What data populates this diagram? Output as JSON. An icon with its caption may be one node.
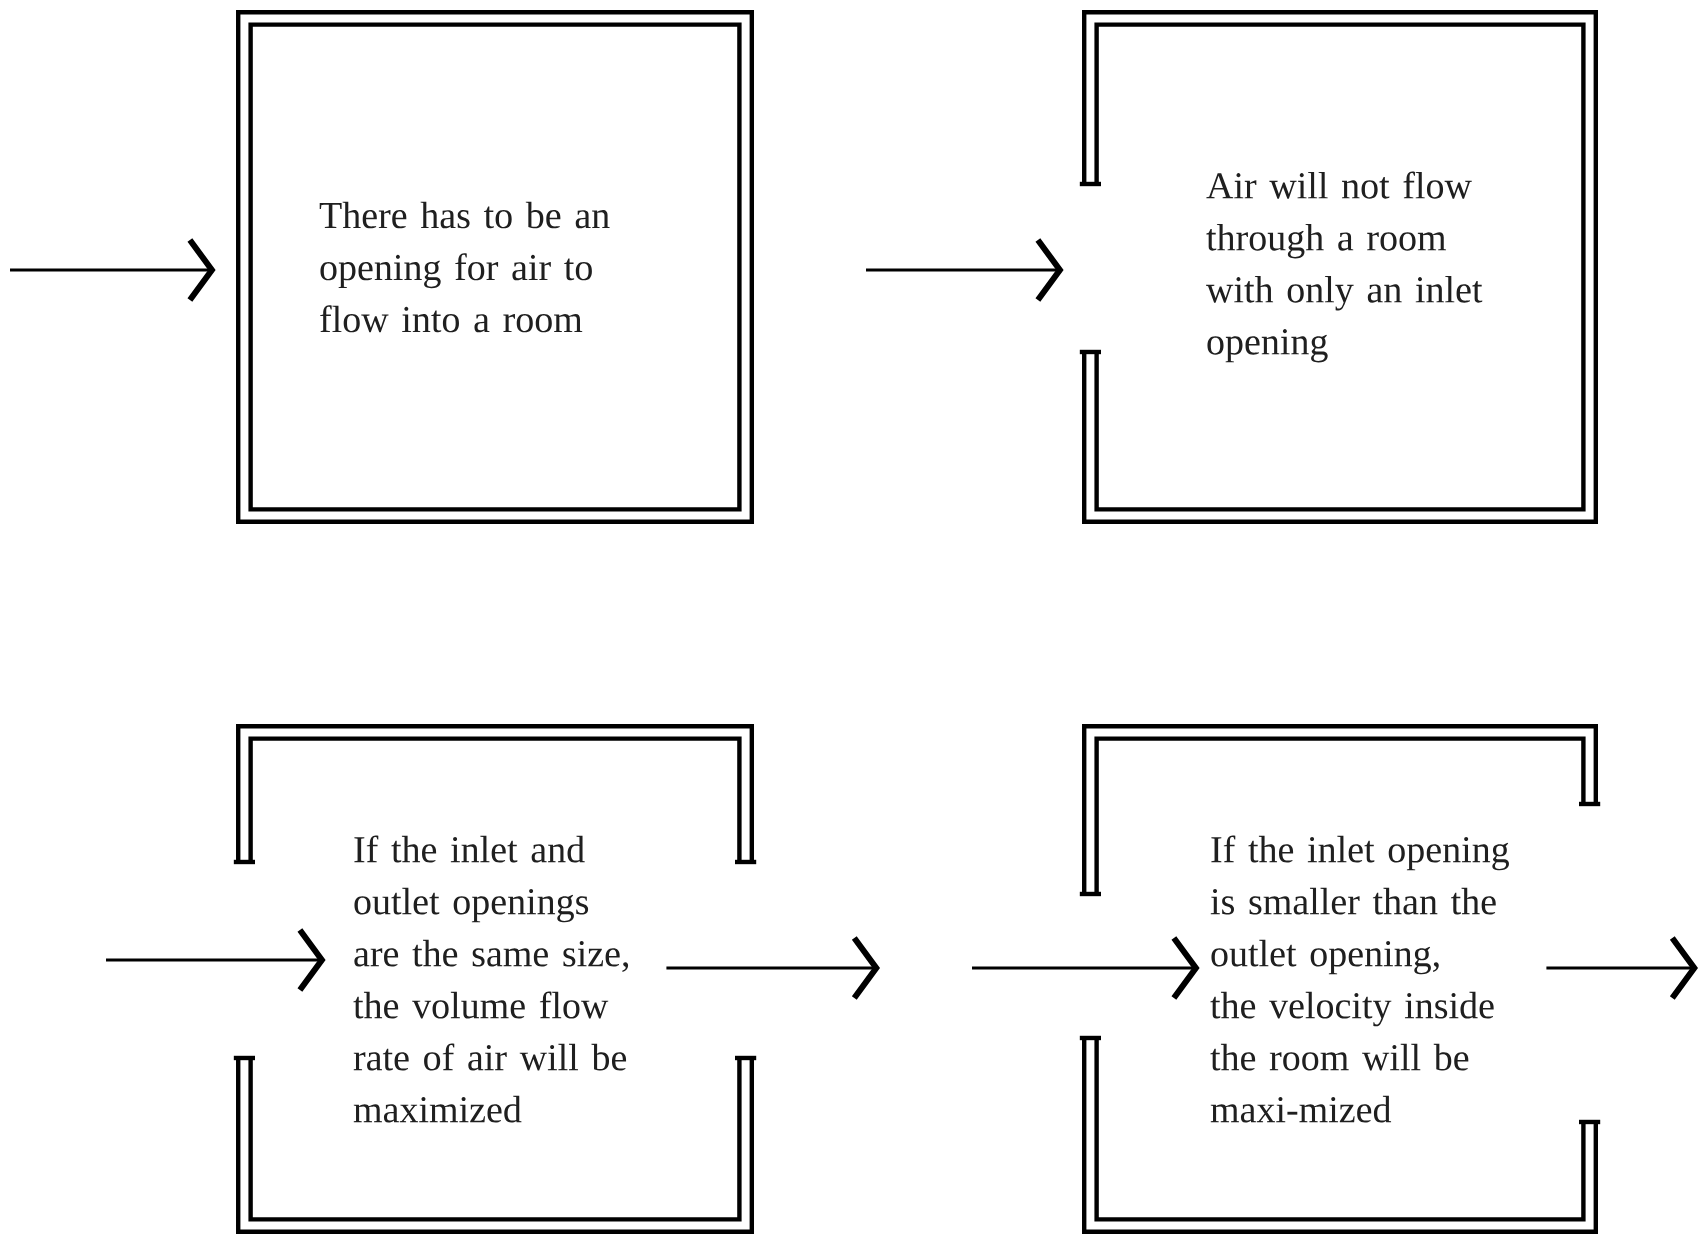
{
  "diagram": {
    "nodes": [
      {
        "text": [
          "There has to be an opening for air to flow into a room"
        ]
      },
      {
        "text": [
          "Air will not flow through a room with only an inlet opening"
        ]
      },
      {
        "text": [
          "If the inlet and outlet openings are the same size, the volume flow rate of air will be maximized"
        ]
      },
      {
        "text": [
          "If the inlet opening is smaller than the outlet opening, the velocity inside the room will be maxi-mized"
        ]
      }
    ],
    "edges": [
      {
        "from": null,
        "to": 0,
        "arrow": "to"
      },
      {
        "from": null,
        "to": 1,
        "arrow": "to"
      },
      {
        "from": null,
        "to": 2,
        "arrow": "to"
      },
      {
        "from": 2,
        "to": null,
        "arrow": "to"
      },
      {
        "from": null,
        "to": 3,
        "arrow": "to"
      },
      {
        "from": 3,
        "to": null,
        "arrow": "to"
      }
    ]
  }
}
